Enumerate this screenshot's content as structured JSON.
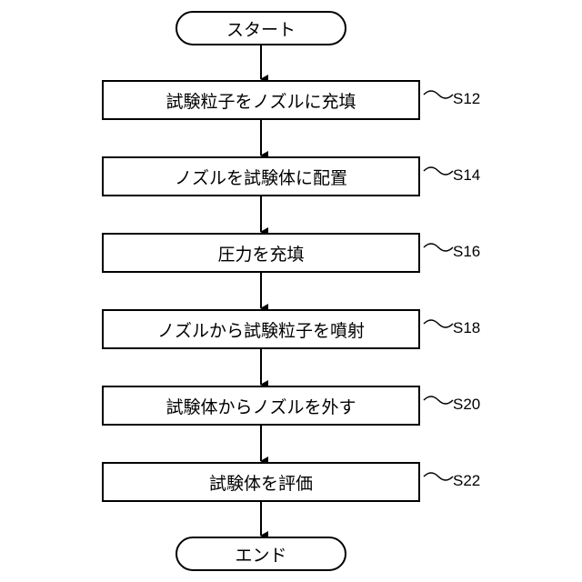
{
  "flow": {
    "start_label": "スタート",
    "end_label": "エンド",
    "steps": [
      {
        "label": "試験粒子をノズルに充填",
        "id": "S12"
      },
      {
        "label": "ノズルを試験体に配置",
        "id": "S14"
      },
      {
        "label": "圧力を充填",
        "id": "S16"
      },
      {
        "label": "ノズルから試験粒子を噴射",
        "id": "S18"
      },
      {
        "label": "試験体からノズルを外す",
        "id": "S20"
      },
      {
        "label": "試験体を評価",
        "id": "S22"
      }
    ]
  }
}
